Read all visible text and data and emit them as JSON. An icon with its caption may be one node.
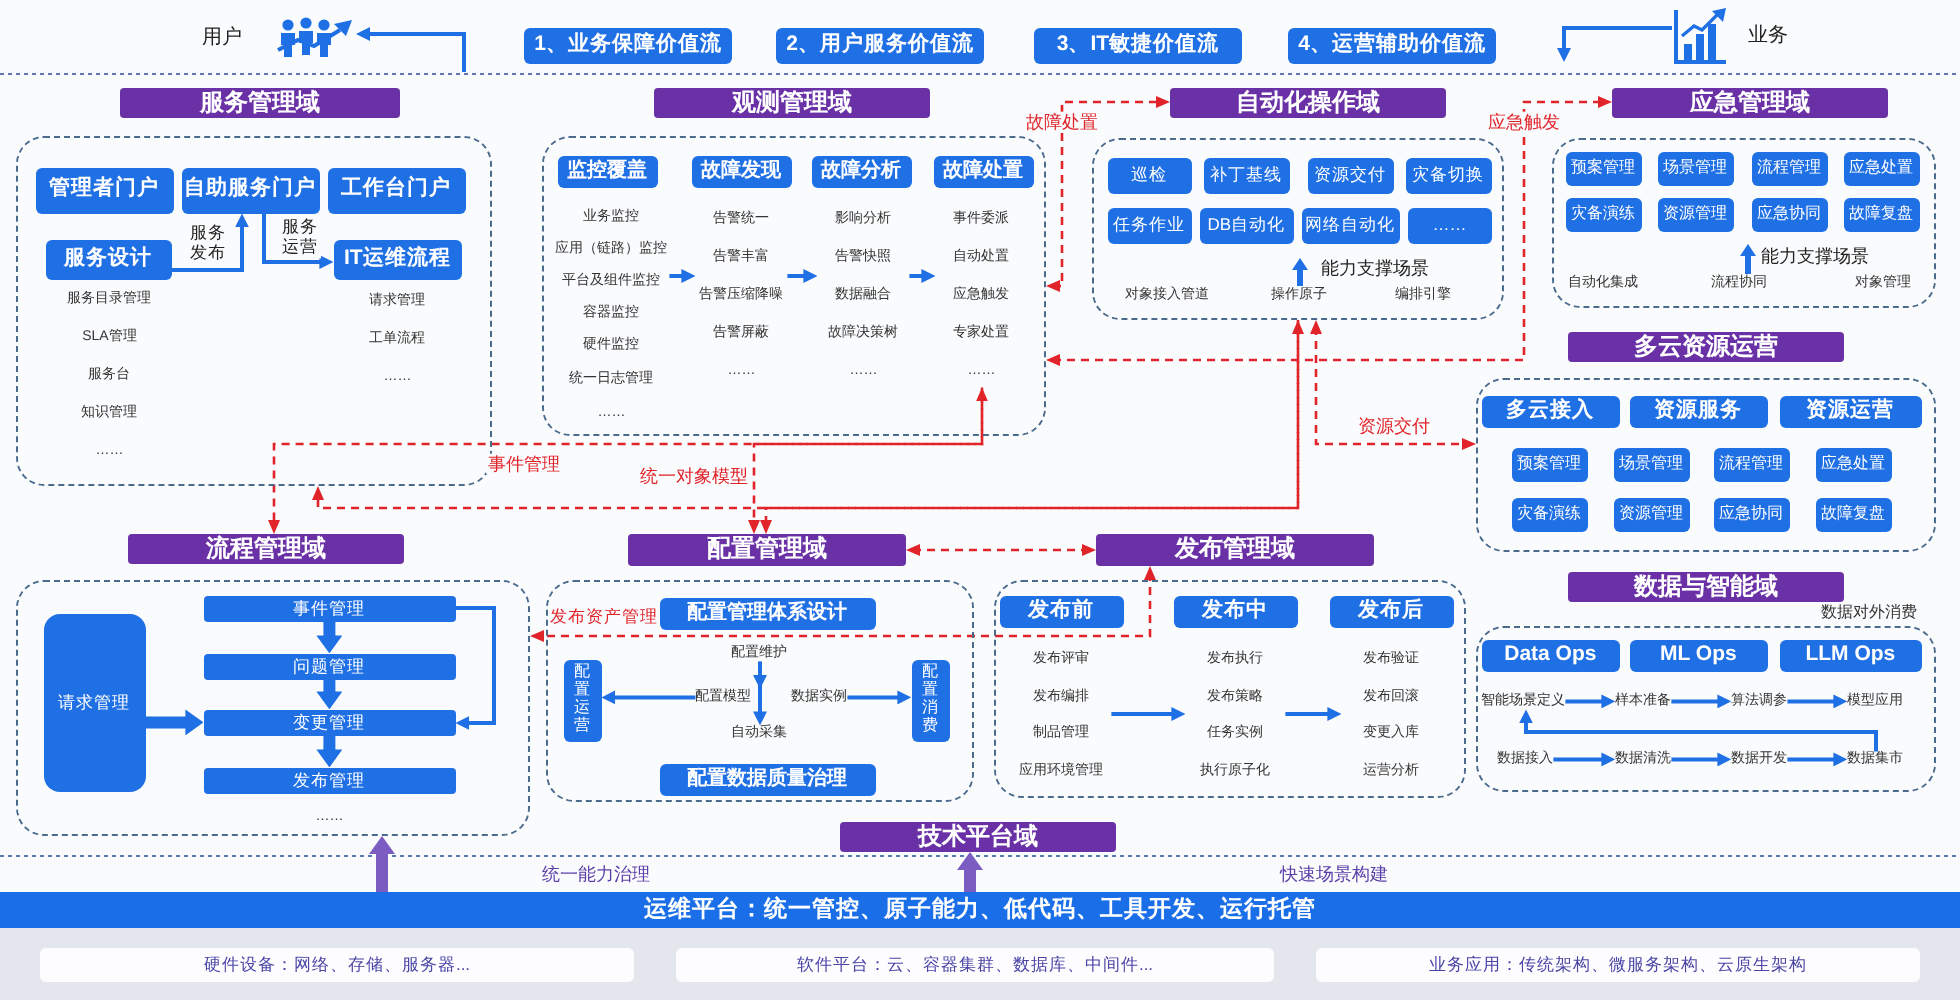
{
  "diagram": {
    "nodes": [
      {
        "text": [],
        "shape": "person",
        "beside": [
          "用户"
        ]
      },
      {
        "text": [],
        "shape": "picture",
        "beside": [
          "业务"
        ]
      },
      {
        "text": [
          "1、业务保障价值流"
        ]
      },
      {
        "text": [
          "2、用户服务价值流"
        ]
      },
      {
        "text": [
          "3、IT敏捷价值流"
        ]
      },
      {
        "text": [
          "4、运营辅助价值流"
        ]
      },
      {
        "text": [
          "服务管理域"
        ]
      },
      {
        "text": [
          "服务目录管理",
          "SLA管理",
          "服务台",
          "知识管理",
          "……",
          "请求管理",
          "工单流程",
          "……"
        ]
      },
      {
        "text": [
          "管理者门户"
        ],
        "in": 7
      },
      {
        "text": [
          "自助服务门户"
        ],
        "in": 7
      },
      {
        "text": [
          "工作台门户"
        ],
        "in": 7
      },
      {
        "text": [
          "服务设计"
        ],
        "in": 7
      },
      {
        "text": [
          "IT运维流程"
        ],
        "in": 7
      },
      {
        "text": [
          "观测管理域"
        ]
      },
      {
        "text": [],
        "shape": "box"
      },
      {
        "text": [
          "监控覆盖"
        ],
        "in": 14
      },
      {
        "text": [
          "故障发现"
        ],
        "in": 14
      },
      {
        "text": [
          "故障分析"
        ],
        "in": 14
      },
      {
        "text": [
          "故障处置"
        ],
        "in": 14
      },
      {
        "text": [
          "业务监控",
          "应用（链路）监控",
          "平台及组件监控",
          "容器监控",
          "硬件监控",
          "统一日志管理",
          "……"
        ],
        "in": 14
      },
      {
        "text": [
          "告警统一",
          "告警丰富",
          "告警压缩降噪",
          "告警屏蔽",
          "……"
        ],
        "in": 14
      },
      {
        "text": [
          "影响分析",
          "告警快照",
          "数据融合",
          "故障决策树",
          "……"
        ],
        "in": 14
      },
      {
        "text": [
          "事件委派",
          "自动处置",
          "应急触发",
          "专家处置",
          "……"
        ],
        "in": 14
      },
      {
        "text": [
          "自动化操作域"
        ]
      },
      {
        "text": [
          "能力支撑场景",
          "对象接入管道",
          "操作原子",
          "编排引擎"
        ]
      },
      {
        "text": [
          "巡检"
        ],
        "in": 24
      },
      {
        "text": [
          "补丁基线"
        ],
        "in": 24
      },
      {
        "text": [
          "资源交付"
        ],
        "in": 24
      },
      {
        "text": [
          "灾备切换"
        ],
        "in": 24
      },
      {
        "text": [
          "任务作业"
        ],
        "in": 24
      },
      {
        "text": [
          "DB自动化"
        ],
        "in": 24
      },
      {
        "text": [
          "网络自动化"
        ],
        "in": 24
      },
      {
        "text": [
          "……"
        ],
        "in": 24
      },
      {
        "text": [
          "应急管理域"
        ]
      },
      {
        "text": [
          "能力支撑场景",
          "自动化集成",
          "流程协同",
          "对象管理"
        ]
      },
      {
        "text": [
          "预案管理"
        ],
        "in": 34
      },
      {
        "text": [
          "场景管理"
        ],
        "in": 34
      },
      {
        "text": [
          "流程管理"
        ],
        "in": 34
      },
      {
        "text": [
          "应急处置"
        ],
        "in": 34
      },
      {
        "text": [
          "灾备演练"
        ],
        "in": 34
      },
      {
        "text": [
          "资源管理"
        ],
        "in": 34
      },
      {
        "text": [
          "应急协同"
        ],
        "in": 34
      },
      {
        "text": [
          "故障复盘"
        ],
        "in": 34
      },
      {
        "text": [
          "多云资源运营"
        ]
      },
      {
        "text": [],
        "shape": "box"
      },
      {
        "text": [
          "多云接入"
        ],
        "in": 44
      },
      {
        "text": [
          "资源服务"
        ],
        "in": 44
      },
      {
        "text": [
          "资源运营"
        ],
        "in": 44
      },
      {
        "text": [
          "预案管理"
        ],
        "in": 44
      },
      {
        "text": [
          "场景管理"
        ],
        "in": 44
      },
      {
        "text": [
          "流程管理"
        ],
        "in": 44
      },
      {
        "text": [
          "应急处置"
        ],
        "in": 44
      },
      {
        "text": [
          "灾备演练"
        ],
        "in": 44
      },
      {
        "text": [
          "资源管理"
        ],
        "in": 44
      },
      {
        "text": [
          "应急协同"
        ],
        "in": 44
      },
      {
        "text": [
          "故障复盘"
        ],
        "in": 44
      },
      {
        "text": [
          "流程管理域"
        ]
      },
      {
        "text": [
          "……"
        ]
      },
      {
        "text": [
          "请求管理"
        ],
        "in": 57
      },
      {
        "text": [
          "事件管理"
        ],
        "in": 57
      },
      {
        "text": [
          "问题管理"
        ],
        "in": 57
      },
      {
        "text": [
          "变更管理"
        ],
        "in": 57
      },
      {
        "text": [
          "发布管理"
        ],
        "in": 57
      },
      {
        "text": [
          "配置管理域"
        ]
      },
      {
        "text": [],
        "shape": "box"
      },
      {
        "text": [
          "配置管理体系设计"
        ],
        "in": 64
      },
      {
        "text": [
          "配置运营"
        ],
        "in": 64
      },
      {
        "text": [
          "配置消费"
        ],
        "in": 64
      },
      {
        "text": [
          "配置数据质量治理"
        ],
        "in": 64
      },
      {
        "text": [
          "配置维护"
        ],
        "in": 64
      },
      {
        "text": [
          "配置模型"
        ],
        "in": 64
      },
      {
        "text": [
          "数据实例"
        ],
        "in": 64
      },
      {
        "text": [
          "自动采集"
        ],
        "in": 64
      },
      {
        "text": [
          "发布管理域"
        ]
      },
      {
        "text": [],
        "shape": "box"
      },
      {
        "text": [
          "发布前"
        ],
        "in": 74
      },
      {
        "text": [
          "发布中"
        ],
        "in": 74
      },
      {
        "text": [
          "发布后"
        ],
        "in": 74
      },
      {
        "text": [
          "发布评审",
          "发布编排",
          "制品管理",
          "应用环境管理"
        ],
        "in": 74
      },
      {
        "text": [
          "发布执行",
          "发布策略",
          "任务实例",
          "执行原子化"
        ],
        "in": 74
      },
      {
        "text": [
          "发布验证",
          "发布回滚",
          "变更入库",
          "运营分析"
        ],
        "in": 74
      },
      {
        "text": [
          "数据与智能域"
        ]
      },
      {
        "text": [
          "数据对外消费"
        ]
      },
      {
        "text": [
          "Data Ops"
        ],
        "in": 82
      },
      {
        "text": [
          "ML Ops"
        ],
        "in": 82
      },
      {
        "text": [
          "LLM Ops"
        ],
        "in": 82
      },
      {
        "text": [
          "智能场景定义"
        ],
        "in": 82
      },
      {
        "text": [
          "样本准备"
        ],
        "in": 82
      },
      {
        "text": [
          "算法调参"
        ],
        "in": 82
      },
      {
        "text": [
          "模型应用"
        ],
        "in": 82
      },
      {
        "text": [
          "数据接入"
        ],
        "in": 82
      },
      {
        "text": [
          "数据清洗"
        ],
        "in": 82
      },
      {
        "text": [
          "数据开发"
        ],
        "in": 82
      },
      {
        "text": [
          "数据集市"
        ],
        "in": 82
      },
      {
        "text": [
          "技术平台域"
        ]
      },
      {
        "text": [
          "运维平台：统一管控、原子能力、低代码、工具开发、运行托管"
        ]
      },
      {
        "text": [],
        "shape": "box"
      },
      {
        "text": [
          "硬件设备：网络、存储、服务器..."
        ],
        "in": 96
      },
      {
        "text": [
          "软件平台：云、容器集群、数据库、中间件..."
        ],
        "in": 96
      },
      {
        "text": [
          "业务应用：传统架构、微服务架构、云原生架构"
        ],
        "in": 96
      }
    ],
    "edges": [
      {
        "from": null,
        "to": 0,
        "arrow": "to"
      },
      {
        "from": 1,
        "to": null,
        "arrow": "to"
      },
      {
        "from": 11,
        "to": 9,
        "arrow": "to",
        "label": "服务发布"
      },
      {
        "from": 9,
        "to": 12,
        "arrow": "to",
        "label": "服务运营"
      },
      {
        "from": 19,
        "to": 20,
        "arrow": "to"
      },
      {
        "from": 20,
        "to": 21,
        "arrow": "to"
      },
      {
        "from": 21,
        "to": 22,
        "arrow": "to"
      },
      {
        "from": 14,
        "to": 23,
        "arrow": "both",
        "label": "故障处置",
        "style": "dashed",
        "color": "#e0242a"
      },
      {
        "from": 14,
        "to": 33,
        "arrow": "both",
        "label": "应急触发",
        "style": "dashed",
        "color": "#e0242a"
      },
      {
        "from": 22,
        "to": 56,
        "arrow": "both",
        "label": "事件管理",
        "style": "dashed",
        "color": "#e0242a"
      },
      {
        "from": 22,
        "to": 63,
        "arrow": "to",
        "label": "统一对象模型",
        "style": "dashed",
        "color": "#e0242a"
      },
      {
        "from": 24,
        "to": 7,
        "arrow": "both",
        "style": "dashed",
        "color": "#e0242a"
      },
      {
        "from": 24,
        "to": 63,
        "arrow": "to",
        "style": "dashed",
        "color": "#e0242a"
      },
      {
        "from": 24,
        "to": 44,
        "arrow": "both",
        "label": "资源交付",
        "style": "dashed",
        "color": "#e0242a"
      },
      {
        "from": 63,
        "to": 73,
        "arrow": "both",
        "style": "dashed",
        "color": "#e0242a"
      },
      {
        "from": 73,
        "to": 57,
        "arrow": "both",
        "label": "发布资产管理",
        "style": "dashed",
        "color": "#e0242a"
      },
      {
        "from": 58,
        "to": 61,
        "arrow": "to",
        "style": "thick"
      },
      {
        "from": 59,
        "to": 60,
        "arrow": "to",
        "style": "thick"
      },
      {
        "from": 60,
        "to": 61,
        "arrow": "to",
        "style": "thick"
      },
      {
        "from": 61,
        "to": 62,
        "arrow": "to",
        "style": "thick"
      },
      {
        "from": 59,
        "to": 61,
        "arrow": "to"
      },
      {
        "from": 70,
        "to": 66,
        "arrow": "to"
      },
      {
        "from": 71,
        "to": 67,
        "arrow": "to"
      },
      {
        "from": 69,
        "to": 72,
        "arrow": "to"
      },
      {
        "from": 78,
        "to": 79,
        "arrow": "to"
      },
      {
        "from": 79,
        "to": 80,
        "arrow": "to"
      },
      {
        "from": 86,
        "to": 87,
        "arrow": "to"
      },
      {
        "from": 87,
        "to": 88,
        "arrow": "to"
      },
      {
        "from": 88,
        "to": 89,
        "arrow": "to"
      },
      {
        "from": 90,
        "to": 91,
        "arrow": "to"
      },
      {
        "from": 91,
        "to": 92,
        "arrow": "to"
      },
      {
        "from": 92,
        "to": 93,
        "arrow": "to"
      },
      {
        "from": 93,
        "to": 86,
        "arrow": "to"
      },
      {
        "from": 95,
        "to": 94,
        "arrow": "to",
        "style": "thick",
        "color": "#7b5cc0"
      },
      {
        "from": 95,
        "to": 57,
        "arrow": "to",
        "style": "thick",
        "color": "#7b5cc0"
      }
    ],
    "labels": [
      "统一能力治理",
      "快速场景构建"
    ]
  }
}
